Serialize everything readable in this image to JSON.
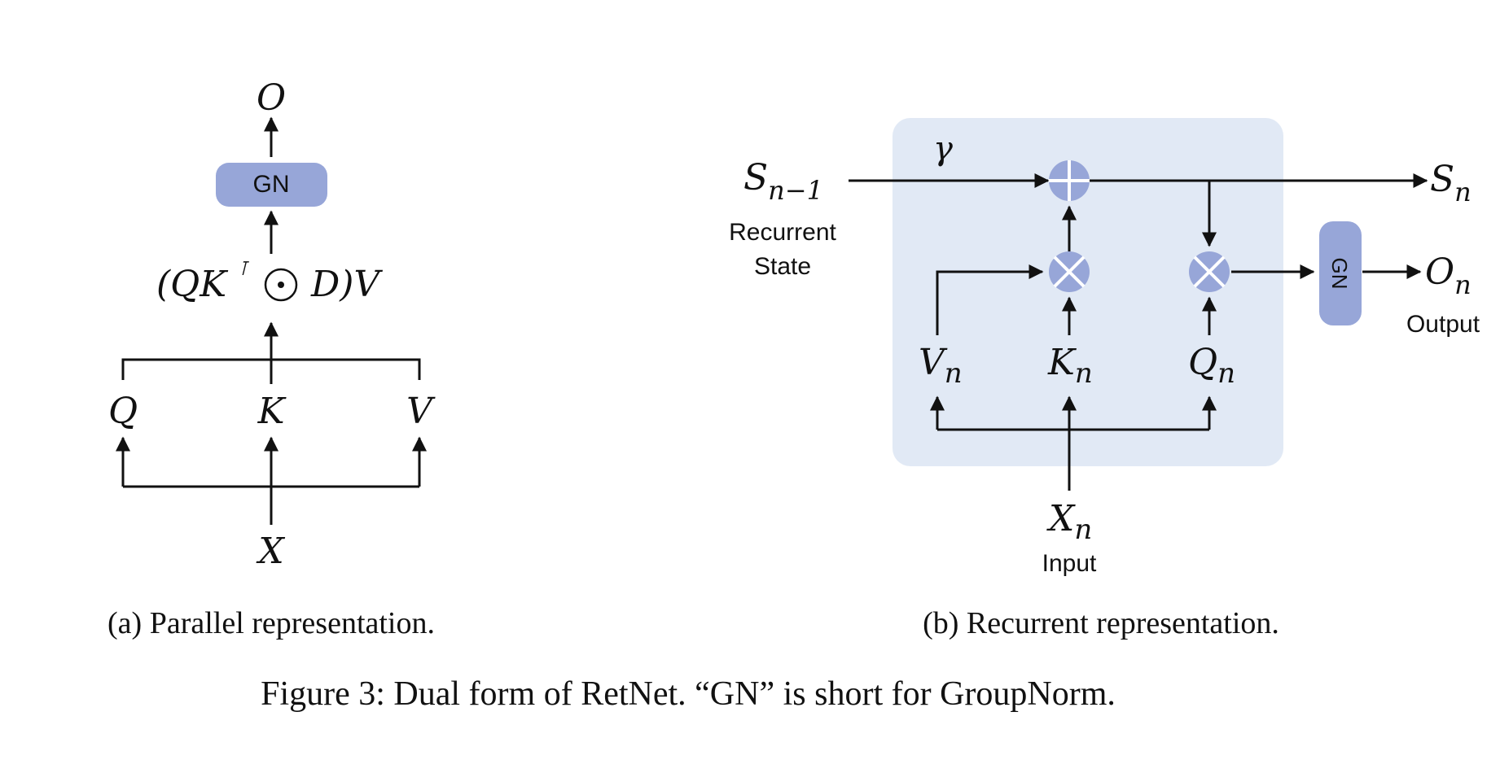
{
  "colors": {
    "node_fill": "#97a6d8",
    "panel_fill": "#e1e9f5",
    "line": "#111111"
  },
  "parallel": {
    "output": "O",
    "norm": "GN",
    "formula": {
      "open": "(QK",
      "transpose": "⊺",
      "odot": "⊙",
      "close": "D)V"
    },
    "q": "Q",
    "k": "K",
    "v": "V",
    "x": "X",
    "caption": "(a) Parallel representation."
  },
  "recurrent": {
    "decay": "γ",
    "prev_state": {
      "base": "S",
      "sub": "n−1"
    },
    "prev_state_label_line1": "Recurrent",
    "prev_state_label_line2": "State",
    "next_state": {
      "base": "S",
      "sub": "n"
    },
    "v": {
      "base": "V",
      "sub": "n"
    },
    "k": {
      "base": "K",
      "sub": "n"
    },
    "q": {
      "base": "Q",
      "sub": "n"
    },
    "x": {
      "base": "X",
      "sub": "n"
    },
    "input_label": "Input",
    "norm": "GN",
    "out": {
      "base": "O",
      "sub": "n"
    },
    "output_label": "Output",
    "caption": "(b) Recurrent representation."
  },
  "figure_caption": "Figure 3: Dual form of RetNet. “GN” is short for GroupNorm."
}
